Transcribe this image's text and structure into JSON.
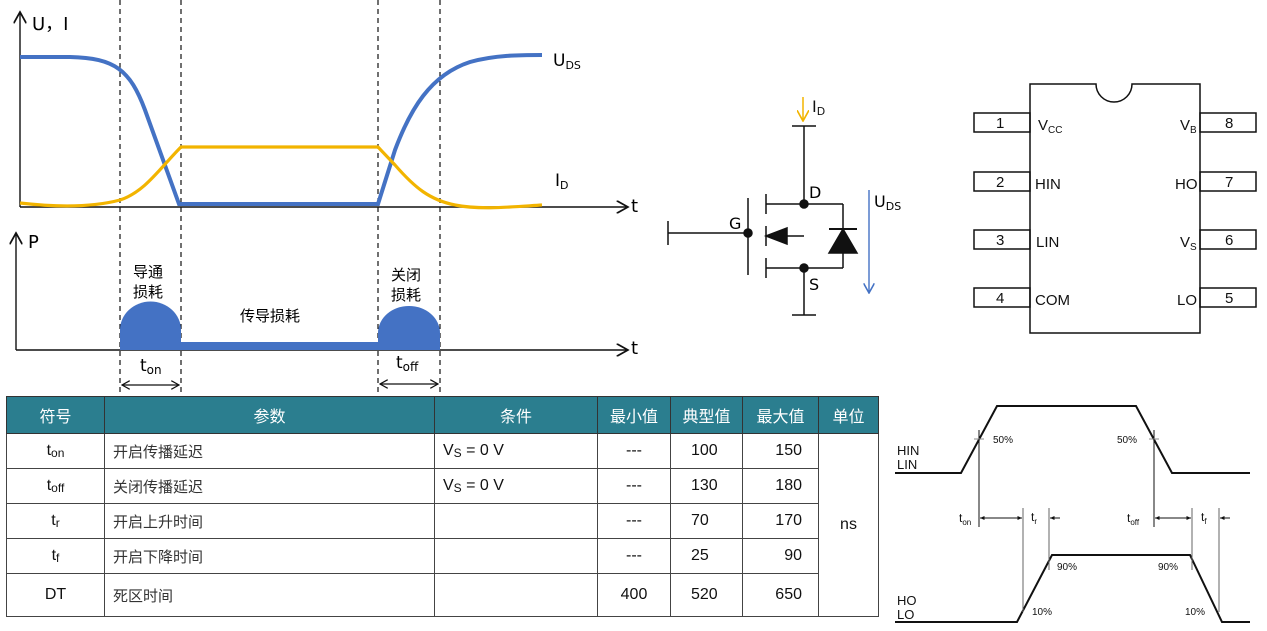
{
  "waveform": {
    "top_axis_label": "U，I",
    "bottom_axis_label": "P",
    "time_axis_label": "t",
    "curves": [
      {
        "name": "U",
        "sub": "DS",
        "color": "#4472c4"
      },
      {
        "name": "I",
        "sub": "D",
        "color": "#f2b400"
      }
    ],
    "power_labels": {
      "turn_on_line1": "导通",
      "turn_on_line2": "损耗",
      "conduction": "传导损耗",
      "turn_off_line1": "关闭",
      "turn_off_line2": "损耗"
    },
    "intervals": [
      {
        "name": "t",
        "sub": "on"
      },
      {
        "name": "t",
        "sub": "off"
      }
    ],
    "power_color": "#4472c4"
  },
  "mosfet": {
    "drain_current": {
      "name": "I",
      "sub": "D",
      "color": "#f2b400"
    },
    "vds": {
      "name": "U",
      "sub": "DS",
      "color": "#4472c4"
    },
    "terminals": {
      "gate": "G",
      "drain": "D",
      "source": "S"
    }
  },
  "ic_pinout": {
    "left_pins": [
      {
        "num": "1",
        "name": "V",
        "sub": "CC"
      },
      {
        "num": "2",
        "name": "HIN",
        "sub": ""
      },
      {
        "num": "3",
        "name": "LIN",
        "sub": ""
      },
      {
        "num": "4",
        "name": "COM",
        "sub": ""
      }
    ],
    "right_pins": [
      {
        "num": "8",
        "name": "V",
        "sub": "B"
      },
      {
        "num": "7",
        "name": "HO",
        "sub": ""
      },
      {
        "num": "6",
        "name": "V",
        "sub": "S"
      },
      {
        "num": "5",
        "name": "LO",
        "sub": ""
      }
    ]
  },
  "table": {
    "header_color": "#2b7e8f",
    "headers": [
      "符号",
      "参数",
      "条件",
      "最小值",
      "典型值",
      "最大值",
      "单位"
    ],
    "rows": [
      {
        "sym": "t",
        "sym_sub": "on",
        "param": "开启传播延迟",
        "cond": "V",
        "cond_sub": "S",
        "cond_rest": " = 0 V",
        "min": "---",
        "typ": "100",
        "max": "150"
      },
      {
        "sym": "t",
        "sym_sub": "off",
        "param": "关闭传播延迟",
        "cond": "V",
        "cond_sub": "S",
        "cond_rest": " = 0 V",
        "min": "---",
        "typ": "130",
        "max": "180"
      },
      {
        "sym": "t",
        "sym_sub": "r",
        "param": "开启上升时间",
        "cond": "",
        "cond_sub": "",
        "cond_rest": "",
        "min": "---",
        "typ": "70",
        "max": "170"
      },
      {
        "sym": "t",
        "sym_sub": "f",
        "param": "开启下降时间",
        "cond": "",
        "cond_sub": "",
        "cond_rest": "",
        "min": "---",
        "typ": "25",
        "max": "90"
      },
      {
        "sym": "DT",
        "sym_sub": "",
        "param": "死区时间",
        "cond": "",
        "cond_sub": "",
        "cond_rest": "",
        "min": "400",
        "typ": "520",
        "max": "650"
      }
    ],
    "unit": "ns"
  },
  "timing": {
    "input_label_1": "HIN",
    "input_label_2": "LIN",
    "output_label_1": "HO",
    "output_label_2": "LO",
    "in_threshold_rise": "50%",
    "in_threshold_fall": "50%",
    "out_high_rise": "90%",
    "out_high_fall": "90%",
    "out_low_rise": "10%",
    "out_low_fall": "10%",
    "t_on": {
      "name": "t",
      "sub": "on"
    },
    "t_r": {
      "name": "t",
      "sub": "r"
    },
    "t_off": {
      "name": "t",
      "sub": "off"
    },
    "t_f": {
      "name": "t",
      "sub": "f"
    }
  }
}
